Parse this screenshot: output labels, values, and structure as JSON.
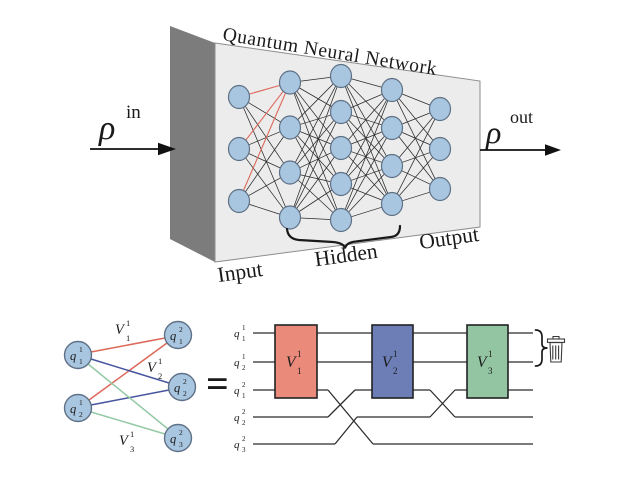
{
  "top": {
    "title": "Quantum Neural Network",
    "rho_in": {
      "base": "ρ",
      "sup": "in"
    },
    "rho_out": {
      "base": "ρ",
      "sup": "out"
    },
    "region_labels": {
      "input": "Input",
      "hidden": "Hidden",
      "output": "Output"
    },
    "layers": [
      3,
      4,
      5,
      4,
      3
    ]
  },
  "bottom": {
    "graph": {
      "left_nodes": [
        {
          "base": "q",
          "sub": "1",
          "sup": "1"
        },
        {
          "base": "q",
          "sub": "2",
          "sup": "1"
        }
      ],
      "right_nodes": [
        {
          "base": "q",
          "sub": "1",
          "sup": "2"
        },
        {
          "base": "q",
          "sub": "2",
          "sup": "2"
        },
        {
          "base": "q",
          "sub": "3",
          "sup": "2"
        }
      ],
      "edge_labels": [
        {
          "base": "V",
          "sub": "1",
          "sup": "1"
        },
        {
          "base": "V",
          "sub": "2",
          "sup": "1"
        },
        {
          "base": "V",
          "sub": "3",
          "sup": "1"
        }
      ]
    },
    "equals": "=",
    "circuit": {
      "wire_labels": [
        {
          "base": "q",
          "sub": "1",
          "sup": "1"
        },
        {
          "base": "q",
          "sub": "2",
          "sup": "1"
        },
        {
          "base": "q",
          "sub": "1",
          "sup": "2"
        },
        {
          "base": "q",
          "sub": "2",
          "sup": "2"
        },
        {
          "base": "q",
          "sub": "3",
          "sup": "2"
        }
      ],
      "gate_labels": [
        {
          "base": "V",
          "sub": "1",
          "sup": "1"
        },
        {
          "base": "V",
          "sub": "2",
          "sup": "1"
        },
        {
          "base": "V",
          "sub": "3",
          "sup": "1"
        }
      ]
    }
  },
  "colors": {
    "node_fill": "#a9c6e0",
    "node_stroke": "#5f7186",
    "edge_red": "#dd685a",
    "edge_blue": "#46549e",
    "edge_green": "#94c9a5",
    "gate_red": "#e98a7b",
    "gate_blue": "#6d7eb7",
    "gate_green": "#94c5a2",
    "slab_front": "#ececec",
    "slab_side": "#7c7c7c",
    "ink": "#1a1a1a"
  }
}
